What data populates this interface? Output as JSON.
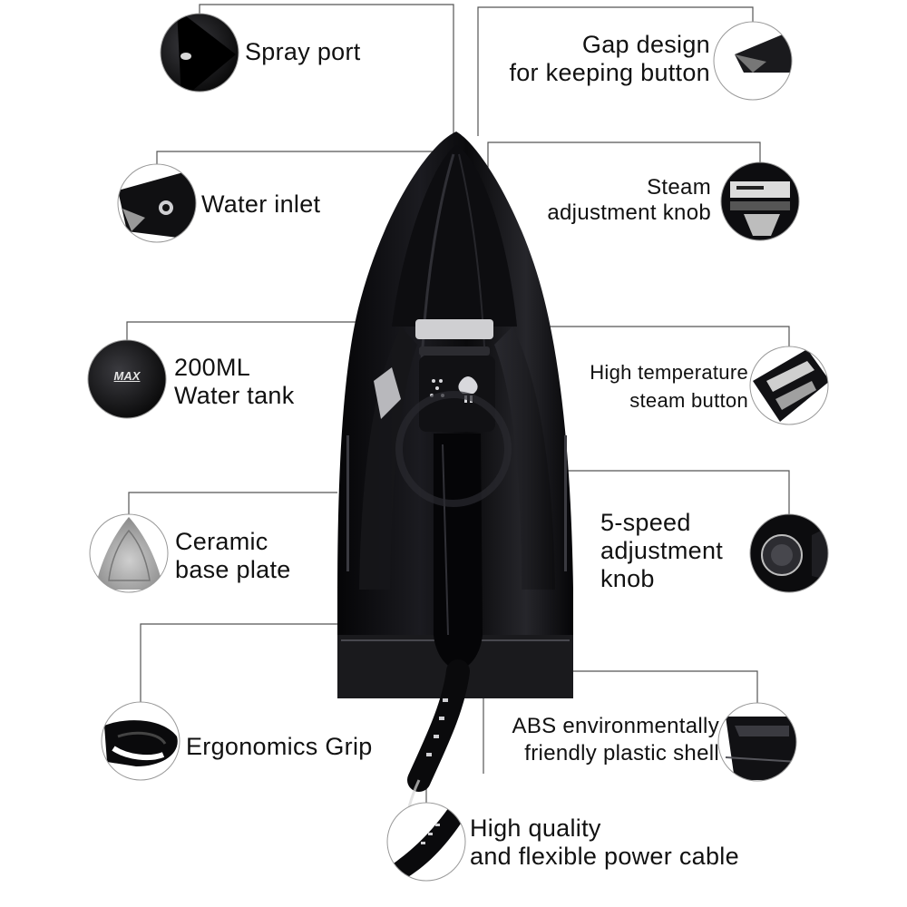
{
  "labels": {
    "spray_port": "Spray port",
    "gap_design_1": "Gap design",
    "gap_design_2": "for keeping button",
    "water_inlet": "Water inlet",
    "steam_knob_1": "Steam",
    "steam_knob_2": "adjustment knob",
    "water_tank_1": "200ML",
    "water_tank_2": "Water tank",
    "high_temp_1": "High temperature",
    "high_temp_2": "steam button",
    "ceramic_1": "Ceramic",
    "ceramic_2": "base plate",
    "speed_1": "5-speed",
    "speed_2": "adjustment",
    "speed_3": "knob",
    "grip": "Ergonomics Grip",
    "abs_1": "ABS environmentally",
    "abs_2": "friendly plastic shell",
    "cable_1": "High quality",
    "cable_2": "and flexible power cable"
  },
  "tank_mark": "MAX",
  "colors": {
    "iron_body": "#0b0b0d",
    "iron_highlight": "#3a3a40",
    "leader_line": "#555555",
    "text": "#111111"
  }
}
